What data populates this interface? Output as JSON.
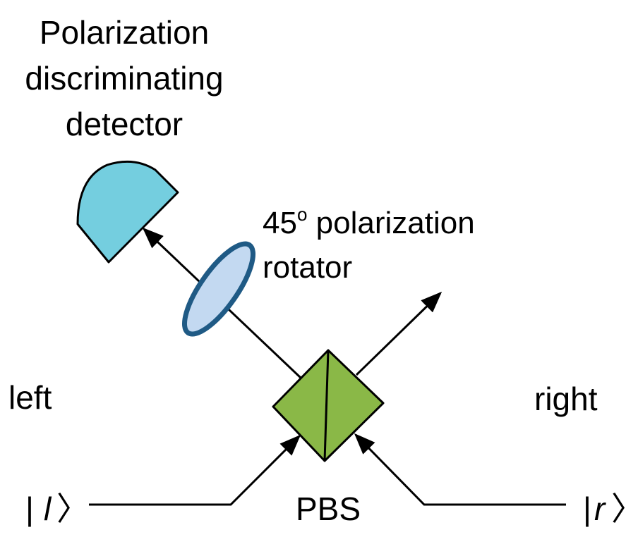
{
  "detector_label": [
    "Polarization",
    "discriminating",
    "detector"
  ],
  "rotator_label": {
    "angle": "45",
    "degree_mark": "o",
    "line1_rest": " polarization",
    "line2": "rotator"
  },
  "side_labels": {
    "left": "left",
    "right": "right"
  },
  "pbs_label": "PBS",
  "inputs": {
    "left_ket": {
      "bar": "|",
      "symbol": "l",
      "bracket": "〉"
    },
    "right_ket": {
      "bar": "|",
      "symbol": "r",
      "bracket": "〉"
    }
  },
  "colors": {
    "detector_fill": "#74cedf",
    "rotator_fill": "#c3d9f1",
    "rotator_stroke": "#1f5a85",
    "pbs_fill": "#8ab847",
    "line": "#000000"
  }
}
